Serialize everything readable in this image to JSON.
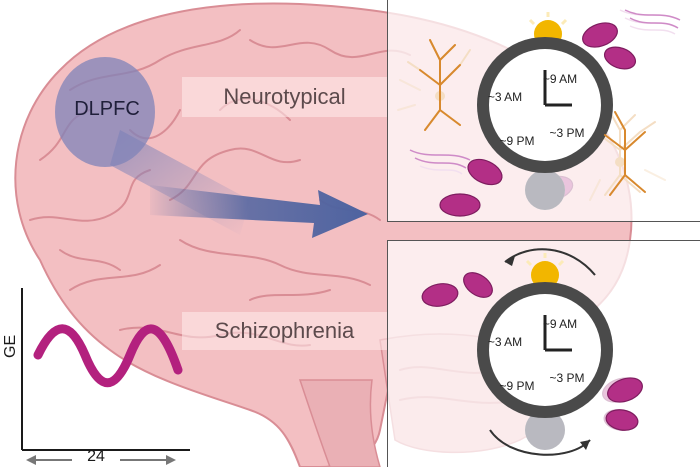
{
  "labels": {
    "region": "DLPFC",
    "group_top": "Neurotypical",
    "group_bottom": "Schizophrenia",
    "y_axis": "GE",
    "x_axis": "24"
  },
  "clock_top": {
    "tr": "~9 AM",
    "tl": "~3 AM",
    "br": "~3 PM",
    "bl": "~9 PM"
  },
  "clock_bottom": {
    "tr": "~9 AM",
    "tl": "~3 AM",
    "br": "~3 PM",
    "bl": "~9 PM"
  },
  "colors": {
    "brain": "#f3bfc2",
    "brain_outline": "#d98d95",
    "dlpfc": "#7f83b8",
    "arrow": "#4e63a0",
    "wave": "#b3217e",
    "mitochondria": "#b32f86",
    "neuron": "#d8892e",
    "sun": "#f2b600",
    "moon": "#b9b9c0",
    "clock_rim": "#4a4a4a"
  }
}
